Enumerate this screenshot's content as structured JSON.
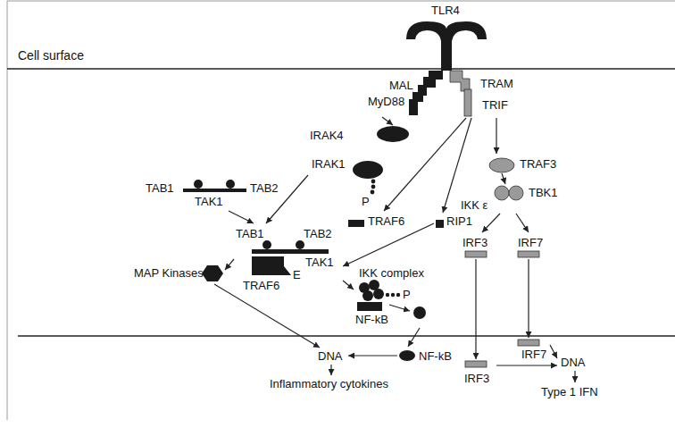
{
  "diagram": {
    "nodes": [
      {
        "text": [
          "TLR4"
        ]
      },
      {
        "text": [
          "MAL"
        ]
      },
      {
        "text": [
          "TRAM"
        ]
      },
      {
        "text": [
          "MyD88"
        ]
      },
      {
        "text": [
          "TRIF"
        ]
      },
      {
        "text": [
          "IRAK4",
          "IRAK1",
          "P"
        ]
      },
      {
        "text": [
          "TRAF3"
        ]
      },
      {
        "text": [
          "TAB1",
          "TAB2",
          "TAK1"
        ]
      },
      {
        "text": [
          "TBK1",
          "IKK ε"
        ]
      },
      {
        "text": [
          "TRAF6"
        ]
      },
      {
        "text": [
          "RIP1"
        ]
      },
      {
        "text": [
          "TAB1",
          "TAB2",
          "TAK1",
          "TRAF6",
          "E"
        ]
      },
      {
        "text": [
          "IRF3"
        ]
      },
      {
        "text": [
          "IRF7"
        ]
      },
      {
        "text": [
          "MAP Kinases"
        ]
      },
      {
        "text": [
          "IKK complex",
          "P",
          "NF-kB"
        ]
      },
      {
        "text": [
          "DNA"
        ]
      },
      {
        "text": [
          "NF-kB"
        ]
      },
      {
        "text": [
          "IRF3"
        ]
      },
      {
        "text": [
          "IRF7"
        ]
      },
      {
        "text": [
          "DNA"
        ]
      },
      {
        "text": [
          "Inflammatory cytokines"
        ]
      },
      {
        "text": [
          "Type 1 IFN"
        ]
      }
    ],
    "edges": [
      {
        "from": 3,
        "to": 5,
        "arrow": "to"
      },
      {
        "from": 4,
        "to": 9,
        "arrow": "to"
      },
      {
        "from": 4,
        "to": 10,
        "arrow": "to"
      },
      {
        "from": 4,
        "to": 6,
        "arrow": "to"
      },
      {
        "from": 7,
        "to": 11,
        "arrow": "to"
      },
      {
        "from": 5,
        "to": 11,
        "arrow": "to"
      },
      {
        "from": 6,
        "to": 8,
        "arrow": "to"
      },
      {
        "from": 10,
        "to": 11,
        "arrow": "to"
      },
      {
        "from": 8,
        "to": 12,
        "arrow": "to"
      },
      {
        "from": 8,
        "to": 13,
        "arrow": "to"
      },
      {
        "from": 11,
        "to": 14,
        "arrow": "to"
      },
      {
        "from": 11,
        "to": 15,
        "arrow": "to"
      },
      {
        "from": 14,
        "to": 16,
        "arrow": "to"
      },
      {
        "from": 15,
        "to": 17,
        "arrow": "to"
      },
      {
        "from": 17,
        "to": 16,
        "arrow": "to"
      },
      {
        "from": 16,
        "to": 21,
        "arrow": "to"
      },
      {
        "from": 12,
        "to": 18,
        "arrow": "to"
      },
      {
        "from": 13,
        "to": 19,
        "arrow": "to"
      },
      {
        "from": 19,
        "to": 20,
        "arrow": "to"
      },
      {
        "from": 18,
        "to": 20,
        "arrow": "to"
      },
      {
        "from": 20,
        "to": 22,
        "arrow": "to"
      }
    ],
    "labels": [
      "Cell surface"
    ]
  }
}
